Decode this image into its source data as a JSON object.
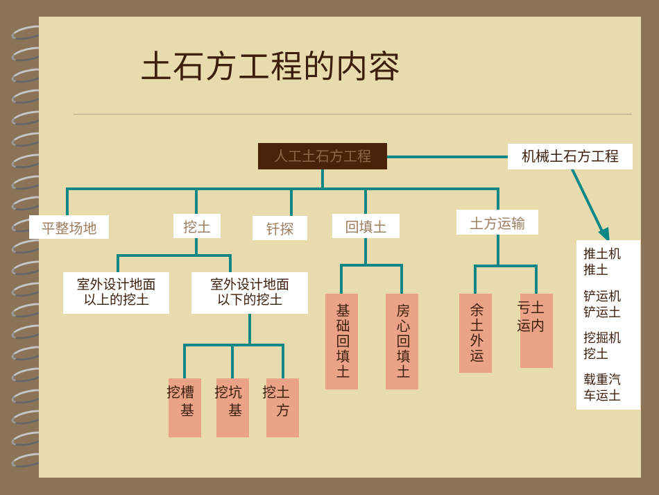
{
  "title": "土石方工程的内容",
  "root": {
    "manual": "人工土石方工程",
    "mechanical": "机械土石方工程"
  },
  "categories": [
    "平整场地",
    "挖土",
    "钎探",
    "回填土",
    "土方运输"
  ],
  "excavation": {
    "above": "室外设计地面以上的挖土",
    "below": "室外设计地面以下的挖土",
    "types": [
      "挖槽基",
      "挖坑基",
      "挖土方"
    ]
  },
  "backfill": [
    "基础回填土",
    "房心回填土"
  ],
  "transport": [
    "余土外运",
    "亏土运内"
  ],
  "machinery": [
    [
      "推土机",
      "推土"
    ],
    [
      "铲运机",
      "铲运土"
    ],
    [
      "挖掘机",
      "挖土"
    ],
    [
      "载重汽",
      "车运土"
    ]
  ]
}
